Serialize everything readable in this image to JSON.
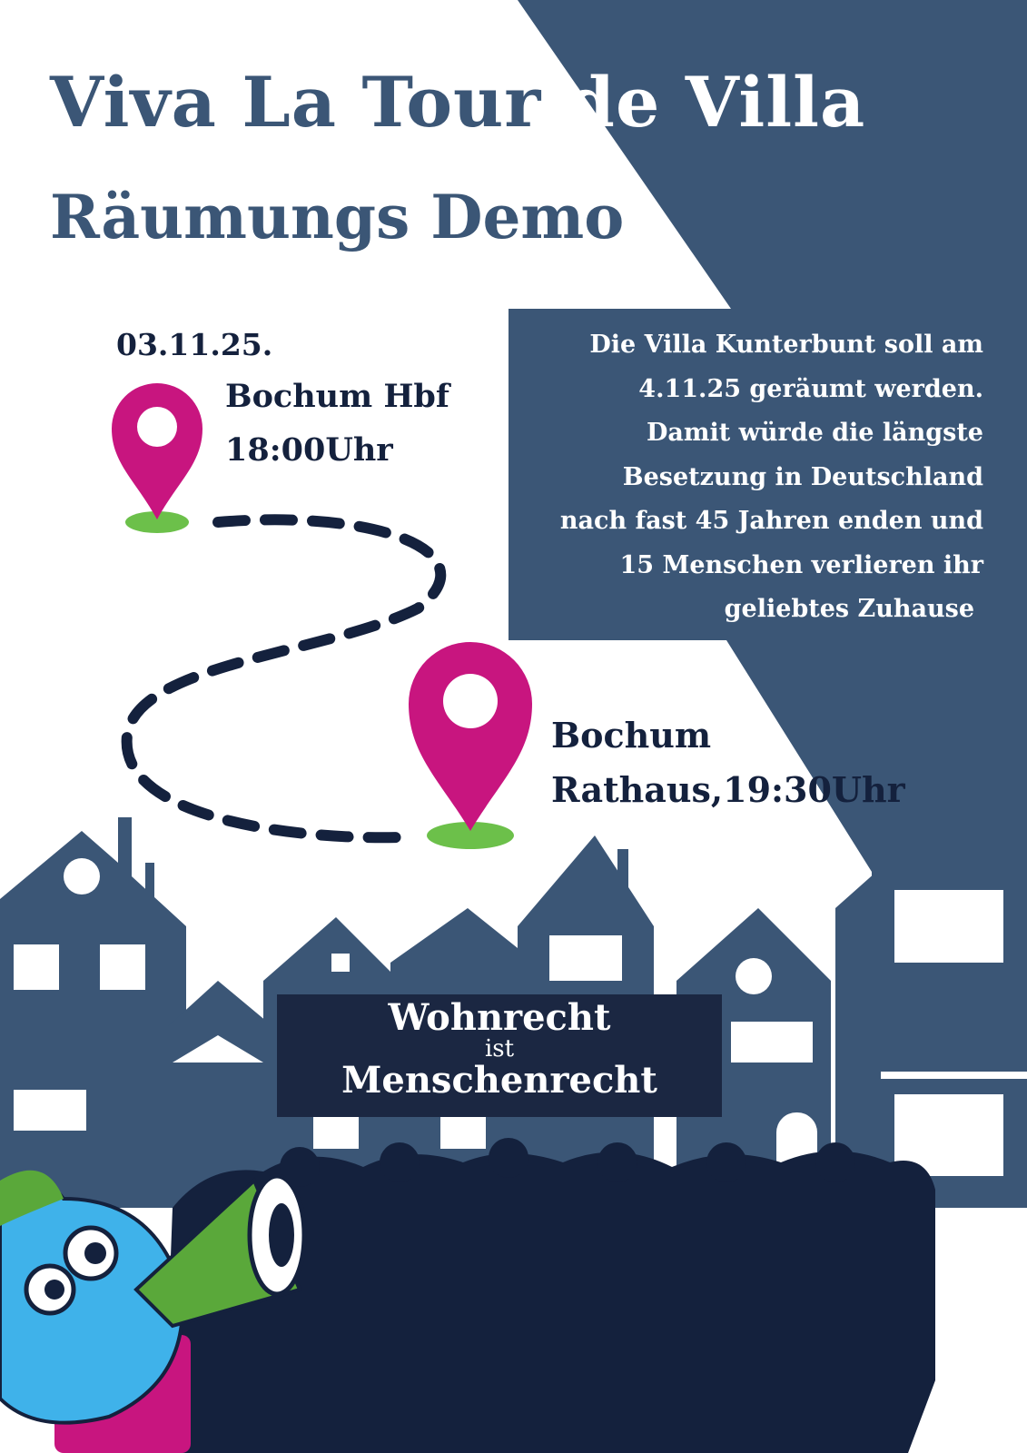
{
  "title": {
    "part1": "Viva La Tour ",
    "part2": "de Villa"
  },
  "subtitle": "Räumungs Demo",
  "start": {
    "date": "03.11.25.",
    "place": "Bochum Hbf",
    "time": "18:00Uhr"
  },
  "end": {
    "line1": "Bochum",
    "line2": "Rathaus,19:30Uhr"
  },
  "info_lines": [
    "Die Villa Kunterbunt soll am",
    "4.11.25 geräumt werden.",
    "Damit würde die längste",
    "Besetzung in Deutschland",
    "nach fast 45 Jahren enden und",
    "15 Menschen verlieren ihr",
    "geliebtes Zuhause"
  ],
  "banner": {
    "line1": "Wohnrecht",
    "line2": "ist",
    "line3": "Menschenrecht"
  },
  "colors": {
    "primary": "#3b5676",
    "navy": "#14213d",
    "pin": "#c8157f",
    "pin_base": "#6cc04a",
    "mascot": "#3fb2ea"
  }
}
